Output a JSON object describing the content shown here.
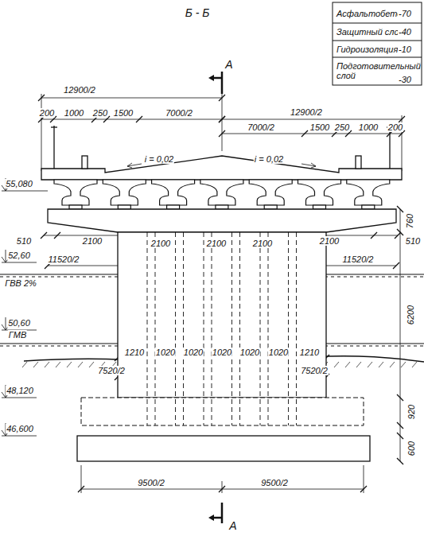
{
  "diagram": {
    "title": "Б - Б",
    "labels": [
      "Асфальтобетон",
      "-70",
      "Защитный слой",
      "-40",
      "Гидроизоляция",
      "-10",
      "Подготовительный слой",
      "-30",
      "А",
      "12900/2",
      "12900/2",
      "200",
      "1000",
      "250",
      "1500",
      "7000/2",
      "7000/2",
      "1500",
      "250",
      "1000",
      "200",
      "i = 0,02",
      "i = 0,02",
      "55,080",
      "760",
      "510",
      "2100",
      "2100",
      "2100",
      "2100",
      "2100",
      "510",
      "52,60",
      "11520/2",
      "11520/2",
      "ГВВ 2%",
      "50,60",
      "ГМВ",
      "6200",
      "1210",
      "1020",
      "1020",
      "1020",
      "1020",
      "1020",
      "1210",
      "7520/2",
      "7520/2",
      "48,120",
      "46,600",
      "920",
      "600",
      "9500/2",
      "9500/2",
      "А"
    ]
  }
}
